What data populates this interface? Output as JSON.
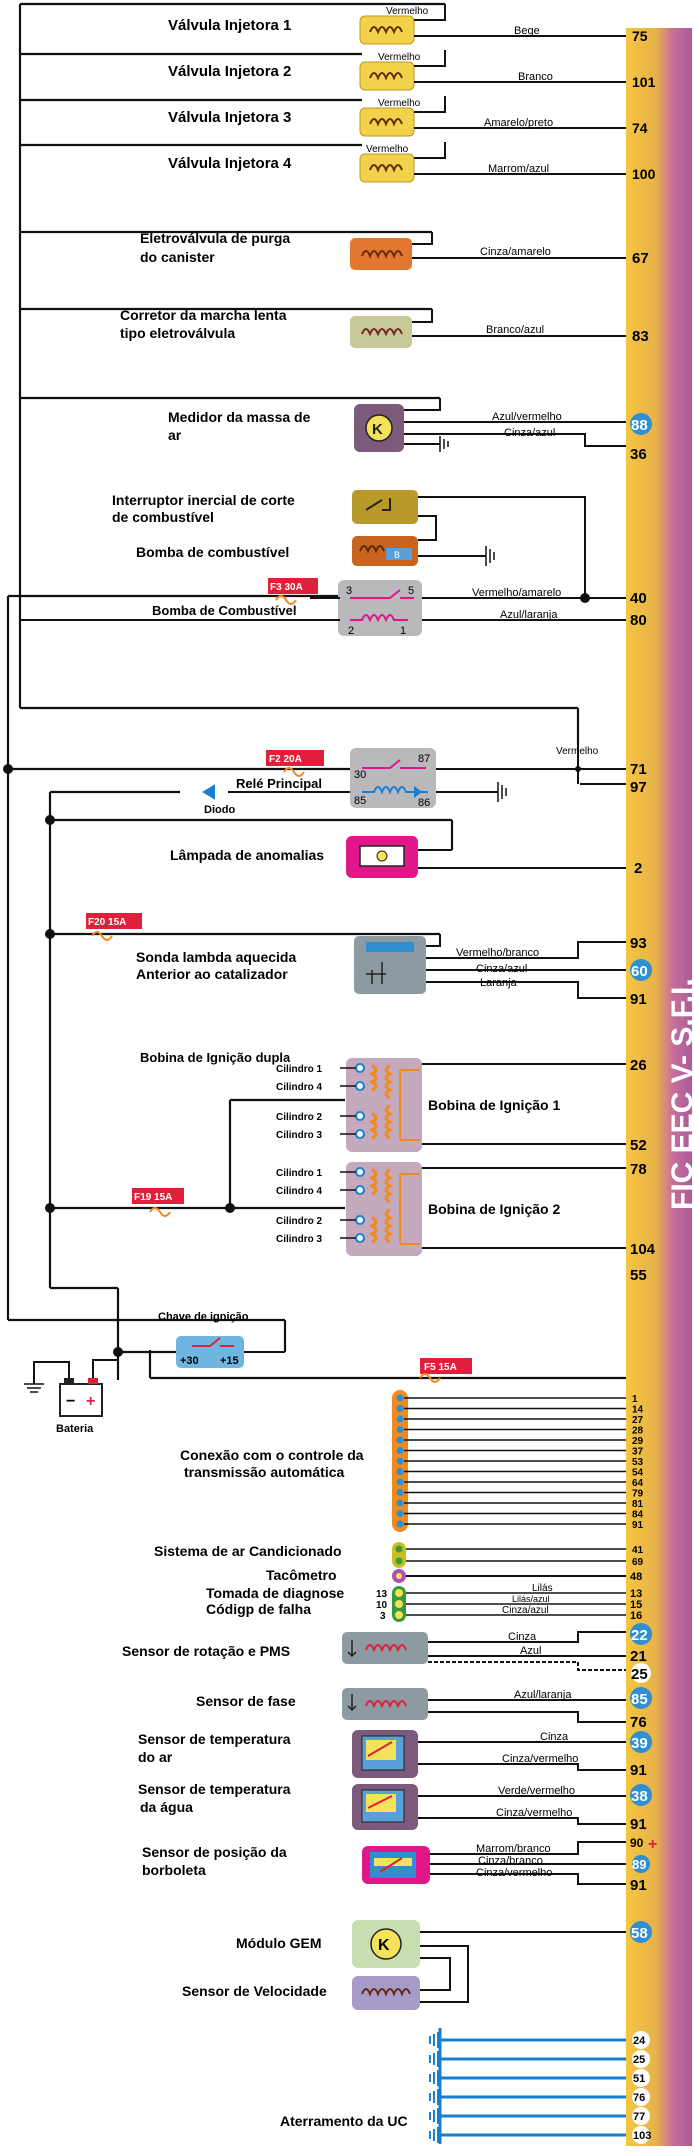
{
  "ecu_title": "FIC EEC V- S.F.I.",
  "colors": {
    "wire": "#111111",
    "bar_gradient": [
      "#f5c542",
      "#e8b24a",
      "#c9709a",
      "#a85c9b"
    ],
    "pin_badge": "#2f8fd0",
    "fuse_label_bg": "#e0203a",
    "injector": "#f2d24a",
    "canister": "#e2772f",
    "idle": "#c8c99a",
    "maf": "#7b5a7b",
    "inertia": "#b79a2a",
    "pump": "#c8641f",
    "relay": "#b9b9bc",
    "mil": "#e0168a",
    "lambda": "#8e9aa1",
    "coil_box": "#c5a9bd",
    "coil_orange": "#f08a1e",
    "key_switch": "#6fb5e0",
    "gem": "#c8ddb0",
    "vss": "#a69bc9",
    "ground_blue": "#1a7fd0"
  },
  "injectors": [
    {
      "label": "Válvula Injetora 1",
      "feed": "Vermelho",
      "wire": "Bege",
      "pin": "75"
    },
    {
      "label": "Válvula Injetora 2",
      "feed": "Vermelho",
      "wire": "Branco",
      "pin": "101"
    },
    {
      "label": "Válvula Injetora 3",
      "feed": "Vermelho",
      "wire": "Amarelo/preto",
      "pin": "74"
    },
    {
      "label": "Válvula Injetora 4",
      "feed": "Vermelho",
      "wire": "Marrom/azul",
      "pin": "100"
    }
  ],
  "canister": {
    "label1": "Eletroválvula de purga",
    "label2": "do canister",
    "wire": "Cinza/amarelo",
    "pin": "67"
  },
  "idle": {
    "label1": "Corretor da marcha lenta",
    "label2": "tipo eletroválvula",
    "wire": "Branco/azul",
    "pin": "83"
  },
  "maf": {
    "label1": "Medidor da massa de",
    "label2": "ar",
    "wire1": "Azul/vermelho",
    "pin1": "88",
    "wire2": "Cinza/azul",
    "pin2": "36"
  },
  "inertia": {
    "label1": "Interruptor inercial de corte",
    "label2": "de combustível"
  },
  "pump": {
    "label": "Bomba de combustível"
  },
  "pump_relay": {
    "label": "Bomba de Combustível",
    "fuse": "F3 30A",
    "t3": "3",
    "t5": "5",
    "t2": "2",
    "t1": "1",
    "wire1": "Vermelho/amarelo",
    "pin1": "40",
    "wire2": "Azul/laranja",
    "pin2": "80"
  },
  "main_relay": {
    "label": "Relé Principal",
    "diode": "Diodo",
    "fuse": "F2 20A",
    "t30": "30",
    "t87": "87",
    "t85": "85",
    "t86": "86",
    "wire": "Vermelho",
    "pin1": "71",
    "pin2": "97"
  },
  "mil": {
    "label": "Lâmpada de anomalias",
    "pin": "2"
  },
  "lambda": {
    "label1": "Sonda lambda aquecida",
    "label2": "Anterior ao catalizador",
    "fuse": "F20 15A",
    "wire1": "Vermelho/branco",
    "pin1": "93",
    "wire2": "Cinza/azul",
    "pin2": "60",
    "wire3": "Laranja",
    "pin3": "91"
  },
  "coils": {
    "title": "Bobina de Ignição dupla",
    "fuse": "F19 15A",
    "coil1": {
      "label": "Bobina de Ignição 1",
      "cyl_a": "Cilindro 1",
      "cyl_b": "Cilindro 4",
      "cyl_c": "Cilindro 2",
      "cyl_d": "Cilindro 3",
      "pin1": "26",
      "pin2": "52"
    },
    "coil2": {
      "label": "Bobina de Ignição 2",
      "cyl_a": "Cilindro 1",
      "cyl_b": "Cilindro 4",
      "cyl_c": "Cilindro 2",
      "cyl_d": "Cilindro 3",
      "pin1": "78",
      "pin2": "104"
    },
    "pin_extra": "55"
  },
  "ignition": {
    "label": "Chave de ignição",
    "t30": "+30",
    "t15": "+15",
    "battery": "Bateria",
    "fuse": "F5 15A"
  },
  "transmission": {
    "label1": "Conexão com o controle da",
    "label2": "transmissão automática",
    "pins": [
      "1",
      "14",
      "27",
      "28",
      "29",
      "37",
      "53",
      "54",
      "64",
      "79",
      "81",
      "84",
      "91"
    ]
  },
  "ac": {
    "label": "Sistema de ar Candicionado",
    "pins": [
      "41",
      "69"
    ]
  },
  "tach": {
    "label": "Tacômetro",
    "pin": "48"
  },
  "diag": {
    "label1": "Tomada de diagnose",
    "label2": "Códigp de falha",
    "t13": "13",
    "t10": "10",
    "t3": "3",
    "wire1": "Lilás",
    "wire2": "Lilás/azul",
    "wire3": "Cinza/azul",
    "pin1": "13",
    "pin2": "15",
    "pin3": "16"
  },
  "rpm": {
    "label": "Sensor de rotação e PMS",
    "wire1": "Cinza",
    "wire2": "Azul",
    "pin1": "22",
    "pin2": "21",
    "pin3": "25"
  },
  "phase": {
    "label": "Sensor de fase",
    "wire": "Azul/laranja",
    "pin1": "85",
    "pin2": "76"
  },
  "air_temp": {
    "label1": "Sensor de temperatura",
    "label2": "do ar",
    "wire1": "Cinza",
    "pin1": "39",
    "wire2": "Cinza/vermelho",
    "pin2": "91"
  },
  "water_temp": {
    "label1": "Sensor de temperatura",
    "label2": "da água",
    "wire1": "Verde/vermelho",
    "pin1": "38",
    "wire2": "Cinza/vermelho",
    "pin2": "91"
  },
  "tps": {
    "label1": "Sensor de posição da",
    "label2": "borboleta",
    "wire1": "Marrom/branco",
    "pin1": "90",
    "wire2": "Cinza/branco",
    "pin2": "89",
    "wire3": "Cinza/vermelho",
    "pin3": "91"
  },
  "gem": {
    "label": "Módulo GEM",
    "pin": "58"
  },
  "vss": {
    "label": "Sensor de Velocidade"
  },
  "ground": {
    "label": "Aterramento da UC",
    "pins": [
      "24",
      "25",
      "51",
      "76",
      "77",
      "103"
    ]
  }
}
